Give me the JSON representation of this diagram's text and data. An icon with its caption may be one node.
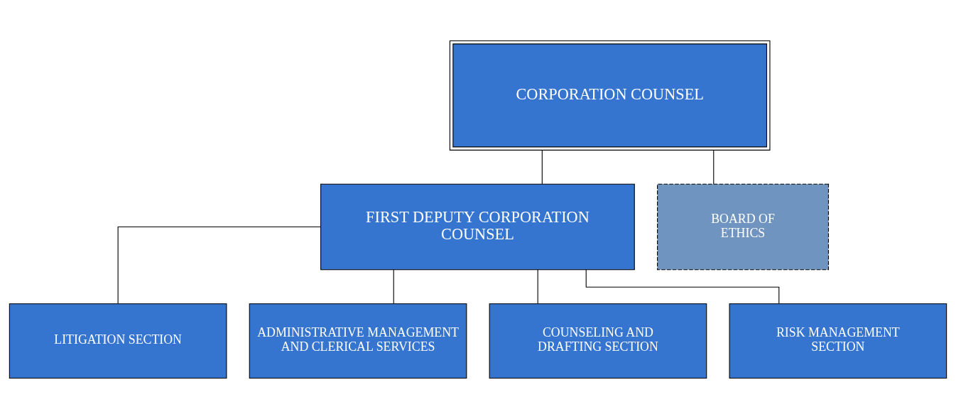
{
  "diagram": {
    "nodes": [
      {
        "text": [
          "CORPORATION COUNSEL"
        ]
      },
      {
        "text": [
          "FIRST DEPUTY CORPORATION COUNSEL"
        ]
      },
      {
        "text": [
          "BOARD OF ETHICS"
        ]
      },
      {
        "text": [
          "LITIGATION SECTION"
        ]
      },
      {
        "text": [
          "ADMINISTRATIVE MANAGEMENT AND CLERICAL SERVICES"
        ]
      },
      {
        "text": [
          "COUNSELING AND DRAFTING SECTION"
        ]
      },
      {
        "text": [
          "RISK MANAGEMENT SECTION"
        ]
      }
    ],
    "edges": [
      {
        "from": 0,
        "to": 1,
        "arrow": "none"
      },
      {
        "from": 0,
        "to": 2,
        "arrow": "none"
      },
      {
        "from": 1,
        "to": 3,
        "arrow": "none"
      },
      {
        "from": 1,
        "to": 4,
        "arrow": "none"
      },
      {
        "from": 1,
        "to": 5,
        "arrow": "none"
      },
      {
        "from": 1,
        "to": 6,
        "arrow": "none"
      }
    ]
  }
}
